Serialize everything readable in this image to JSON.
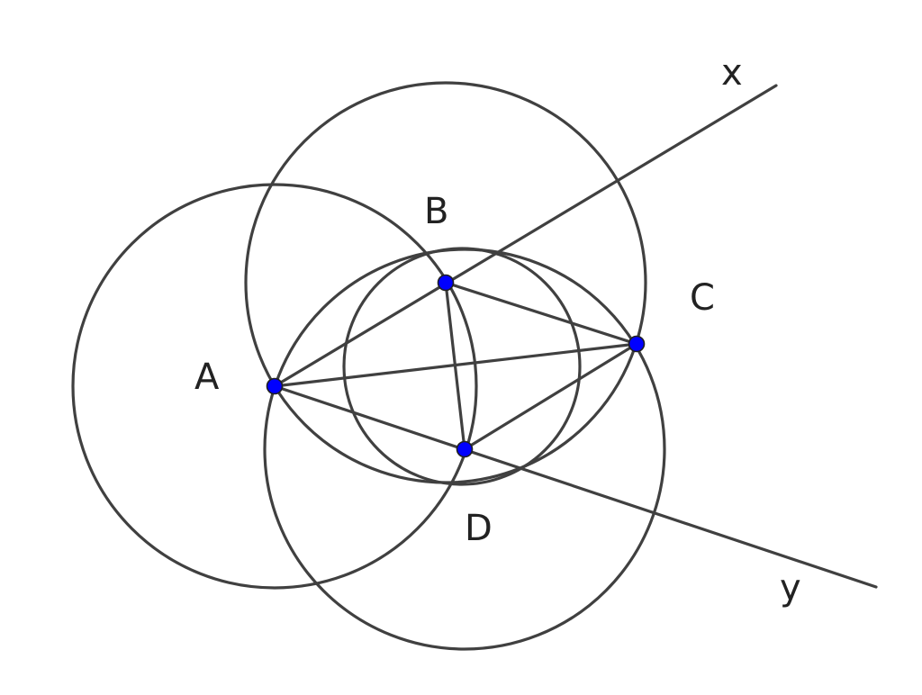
{
  "points": [
    {
      "id": "A",
      "label": "A",
      "color": "#0000ff"
    },
    {
      "id": "B",
      "label": "B",
      "color": "#0000ff"
    },
    {
      "id": "C",
      "label": "C",
      "color": "#0000ff"
    },
    {
      "id": "D",
      "label": "D",
      "color": "#0000ff"
    }
  ],
  "rays": [
    {
      "id": "ray-x",
      "label": "x"
    },
    {
      "id": "ray-y",
      "label": "y"
    }
  ],
  "stroke_color": "#404040"
}
